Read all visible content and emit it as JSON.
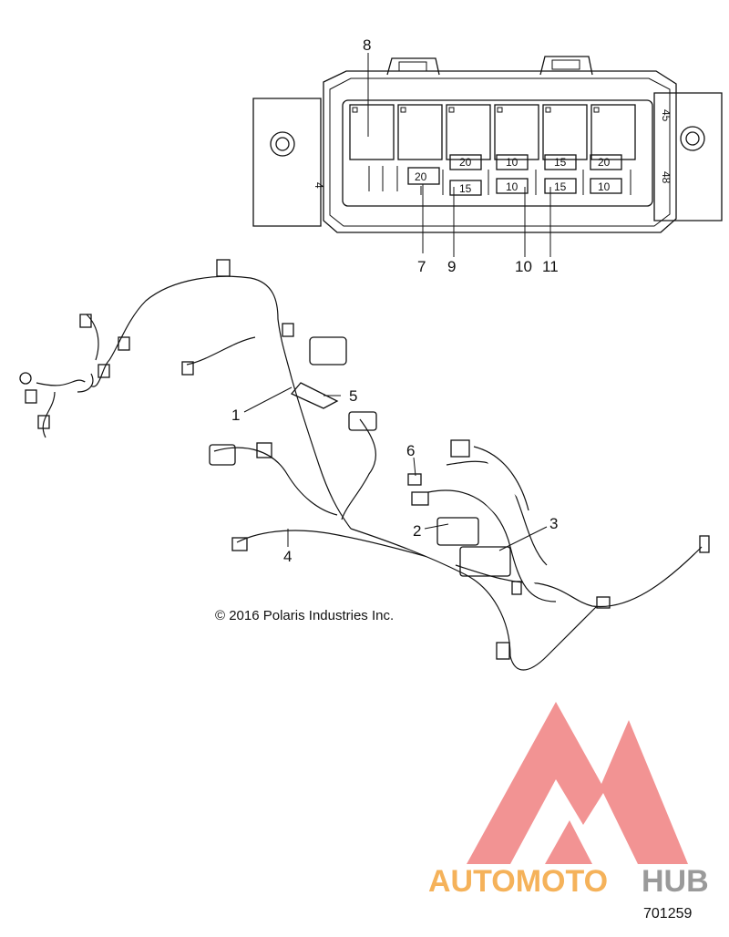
{
  "relay_box": {
    "fuse_labels": [
      "20",
      "20",
      "15",
      "10",
      "10",
      "15",
      "15",
      "20",
      "10"
    ],
    "side_marks": [
      "45",
      "48",
      "4"
    ]
  },
  "callouts": [
    "1",
    "2",
    "3",
    "4",
    "5",
    "6",
    "7",
    "8",
    "9",
    "10",
    "11"
  ],
  "copyright": "© 2016 Polaris Industries Inc.",
  "part_number": "701259",
  "watermark": {
    "text_auto": "AUTOMOTO",
    "text_hub": "HUB",
    "color_primary": "#f08080",
    "color_text": "#f5b25a",
    "color_hub": "#9a9a9a"
  }
}
